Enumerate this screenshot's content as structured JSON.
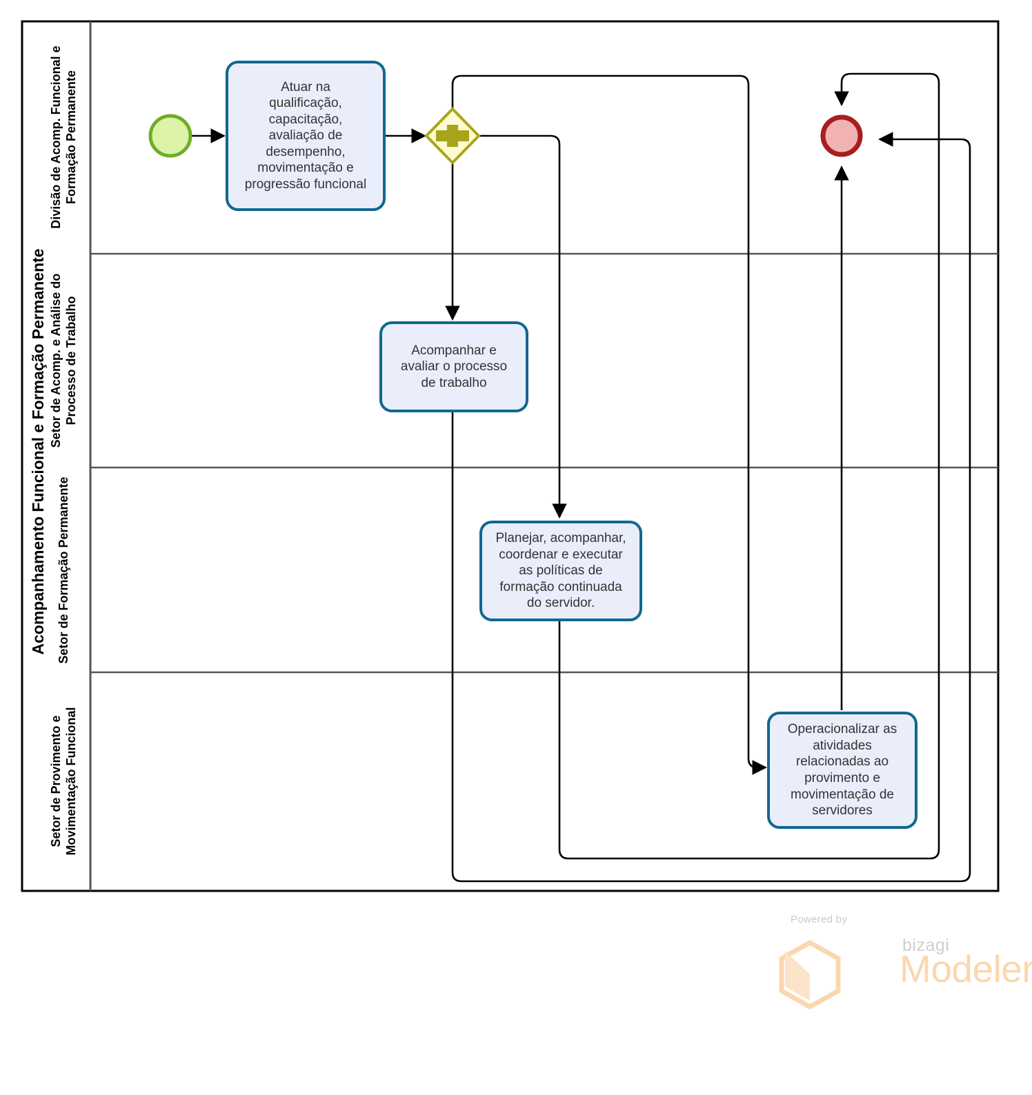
{
  "diagram": {
    "type": "bpmn-pool-lanes",
    "pool": {
      "label": "Acompanhamento Funcional e Formação Permanente"
    },
    "lanes": [
      {
        "id": "lane-1",
        "label": "Divisão de Acomp. Funcional e Formação Permanente"
      },
      {
        "id": "lane-2",
        "label": "Setor de Acomp. e Análise do Processo de Trabalho"
      },
      {
        "id": "lane-3",
        "label": "Setor de Formação Permanente"
      },
      {
        "id": "lane-4",
        "label": "Setor de Provimento e Movimentação Funcional"
      }
    ],
    "nodes": [
      {
        "id": "start-event",
        "kind": "start-event",
        "lane": "lane-1",
        "label": ""
      },
      {
        "id": "task-1",
        "kind": "task",
        "lane": "lane-1",
        "label": "Atuar na\nqualificação,\ncapacitação,\navaliação de\ndesempenho,\nmovimentação e\nprogressão funcional"
      },
      {
        "id": "gateway-parallel",
        "kind": "parallel-gateway",
        "lane": "lane-1",
        "label": "+"
      },
      {
        "id": "task-2",
        "kind": "task",
        "lane": "lane-2",
        "label": "Acompanhar e\navaliar o processo\nde trabalho"
      },
      {
        "id": "task-3",
        "kind": "task",
        "lane": "lane-3",
        "label": "Planejar, acompanhar,\ncoordenar e executar\nas políticas de\nformação continuada\ndo servidor."
      },
      {
        "id": "task-4",
        "kind": "task",
        "lane": "lane-4",
        "label": "Operacionalizar as\natividades\nrelacionadas ao\nprovimento e\nmovimentação de\nservidores"
      },
      {
        "id": "end-event",
        "kind": "end-event",
        "lane": "lane-1",
        "label": ""
      }
    ],
    "flows": [
      {
        "from": "start-event",
        "to": "task-1"
      },
      {
        "from": "task-1",
        "to": "gateway-parallel"
      },
      {
        "from": "gateway-parallel",
        "to": "task-2"
      },
      {
        "from": "gateway-parallel",
        "to": "task-3"
      },
      {
        "from": "gateway-parallel",
        "to": "task-4"
      },
      {
        "from": "task-2",
        "to": "end-event"
      },
      {
        "from": "task-3",
        "to": "end-event"
      },
      {
        "from": "task-4",
        "to": "end-event"
      }
    ]
  },
  "colors": {
    "task_fill": "#eaeefb",
    "task_stroke": "#10688f",
    "start_fill": "#ddf3a8",
    "start_stroke": "#70ad25",
    "end_fill": "#f0b2b2",
    "end_stroke": "#a81d1d",
    "gateway_fill": "#fdfbcf",
    "gateway_stroke": "#a8a51c",
    "connector": "#000000",
    "pool_border": "#000000",
    "lane_border": "#555555",
    "brand_orange": "#fbd7ae"
  },
  "branding": {
    "powered_by": "Powered by",
    "product_prefix": "bizagi",
    "product_name": "Modeler"
  }
}
